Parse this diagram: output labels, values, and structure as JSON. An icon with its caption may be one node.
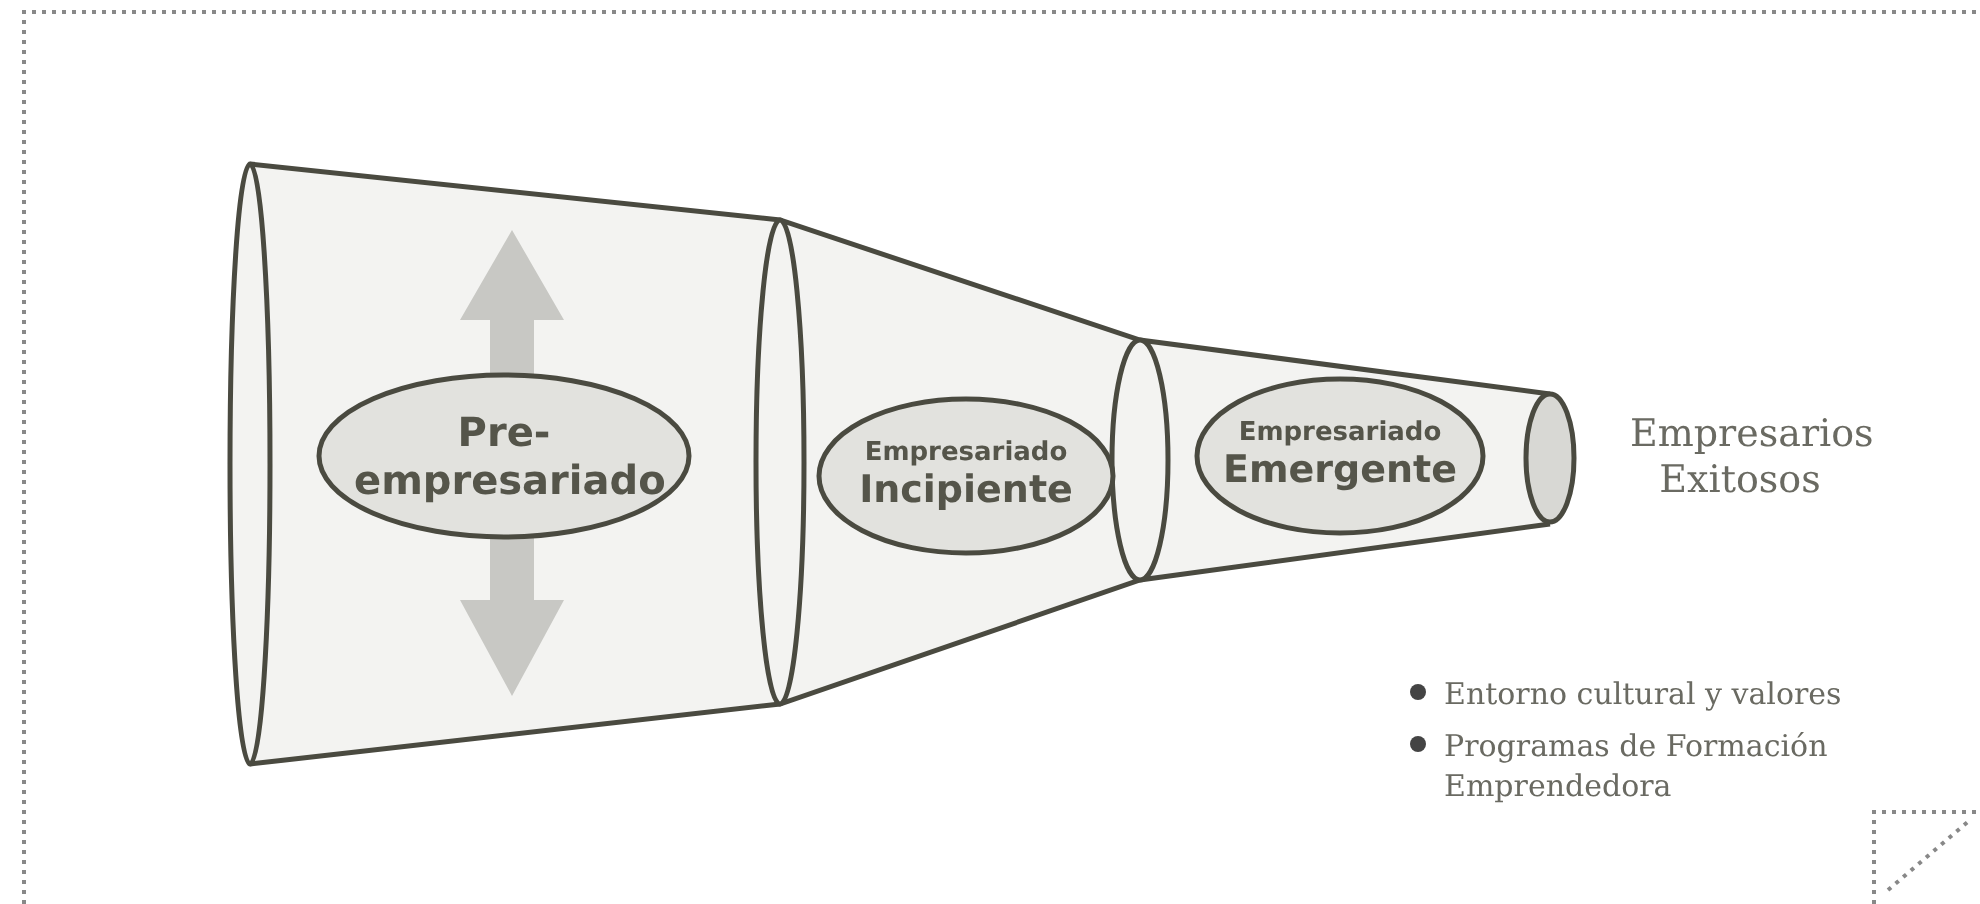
{
  "diagram": {
    "nodes": [
      {
        "text": [
          "Pre- empresariado"
        ]
      },
      {
        "text": [
          "Empresariado",
          "Incipiente"
        ]
      },
      {
        "text": [
          "Empresariado",
          "Emergente"
        ]
      },
      {
        "text": [
          "Empresarios Exitosos"
        ]
      }
    ],
    "labels": [
      "Entorno cultural y valores",
      "Programas de Formación Emprendedora"
    ]
  }
}
